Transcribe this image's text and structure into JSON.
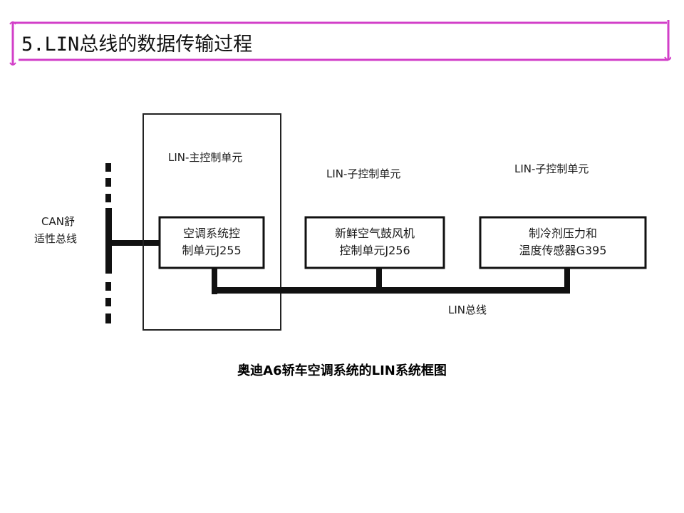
{
  "slide": {
    "title": "5.LIN总线的数据传输过程",
    "caption": "奥迪A6轿车空调系统的LIN系统框图"
  },
  "colors": {
    "frame": "#d23fc8",
    "line": "#111111",
    "background": "#ffffff"
  },
  "diagram": {
    "can_bus_label_line1": "CAN舒",
    "can_bus_label_line2": "适性总线",
    "master_unit_label": "LIN-主控制单元",
    "slave_unit_label_1": "LIN-子控制单元",
    "slave_unit_label_2": "LIN-子控制单元",
    "lin_bus_label": "LIN总线",
    "boxes": [
      {
        "line1": "空调系统控",
        "line2": "制单元J255"
      },
      {
        "line1": "新鲜空气鼓风机",
        "line2": "控制单元J256"
      },
      {
        "line1": "制冷剂压力和",
        "line2": "温度传感器G395"
      }
    ]
  }
}
